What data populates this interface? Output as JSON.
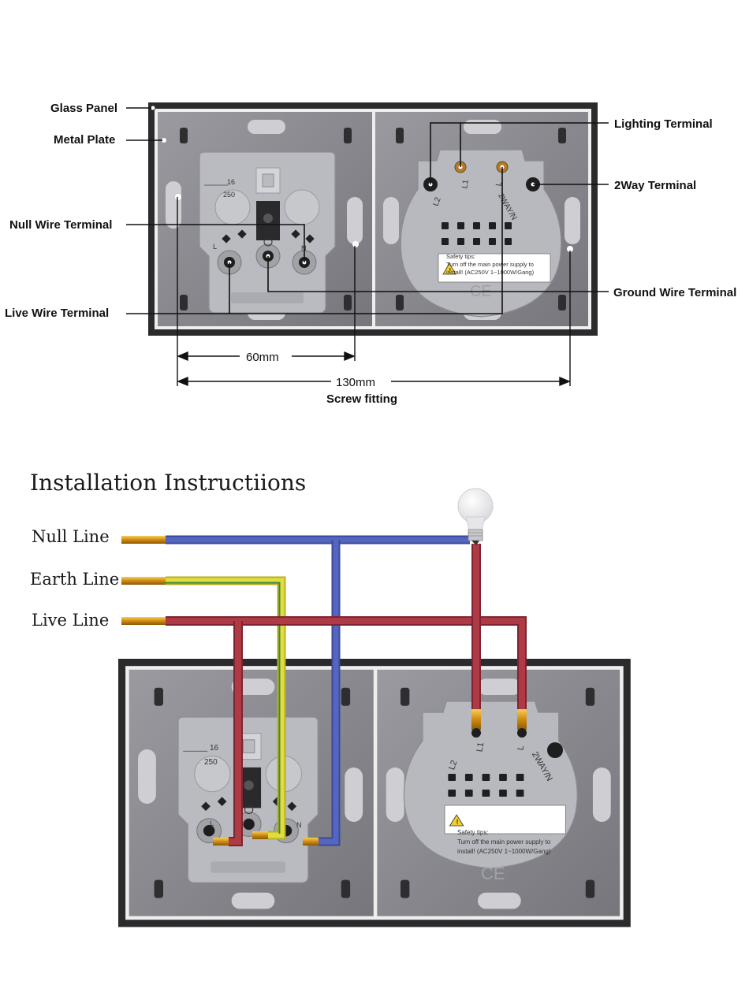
{
  "top_diagram": {
    "labels": {
      "glass_panel": "Glass Panel",
      "metal_plate": "Metal Plate",
      "null_wire_terminal": "Null Wire Terminal",
      "live_wire_terminal": "Live Wire Terminal",
      "lighting_terminal": "Lighting Terminal",
      "two_way_terminal": "2Way Terminal",
      "ground_wire_terminal": "Ground Wire Terminal"
    },
    "dimensions": {
      "short": "60mm",
      "long": "130mm",
      "caption": "Screw fitting"
    }
  },
  "socket": {
    "rating_top": "16",
    "rating_bottom": "250",
    "terminal_l": "L",
    "terminal_n": "N"
  },
  "switch": {
    "terminals": [
      "L2",
      "L1",
      "L",
      "2WAY/N"
    ],
    "safety_title": "Safety tips:",
    "safety_line1": "Turn off the main power supply to",
    "safety_line2": "install! (AC250V  1~1000W/Gang)",
    "ce_mark": "CE"
  },
  "installation": {
    "title": "Installation Instructiions",
    "null_line": "Null Line",
    "earth_line": "Earth Line",
    "live_line": "Live Line"
  },
  "colors": {
    "frame": "#2a2a2a",
    "plate": "#8a8a8e",
    "module": "#b6b8bd",
    "null_wire": "#4a5bb0",
    "earth_wire": "#d8d23a",
    "earth_stripe": "#3e8a3e",
    "live_wire": "#a8343e",
    "copper": "#e0a020"
  }
}
